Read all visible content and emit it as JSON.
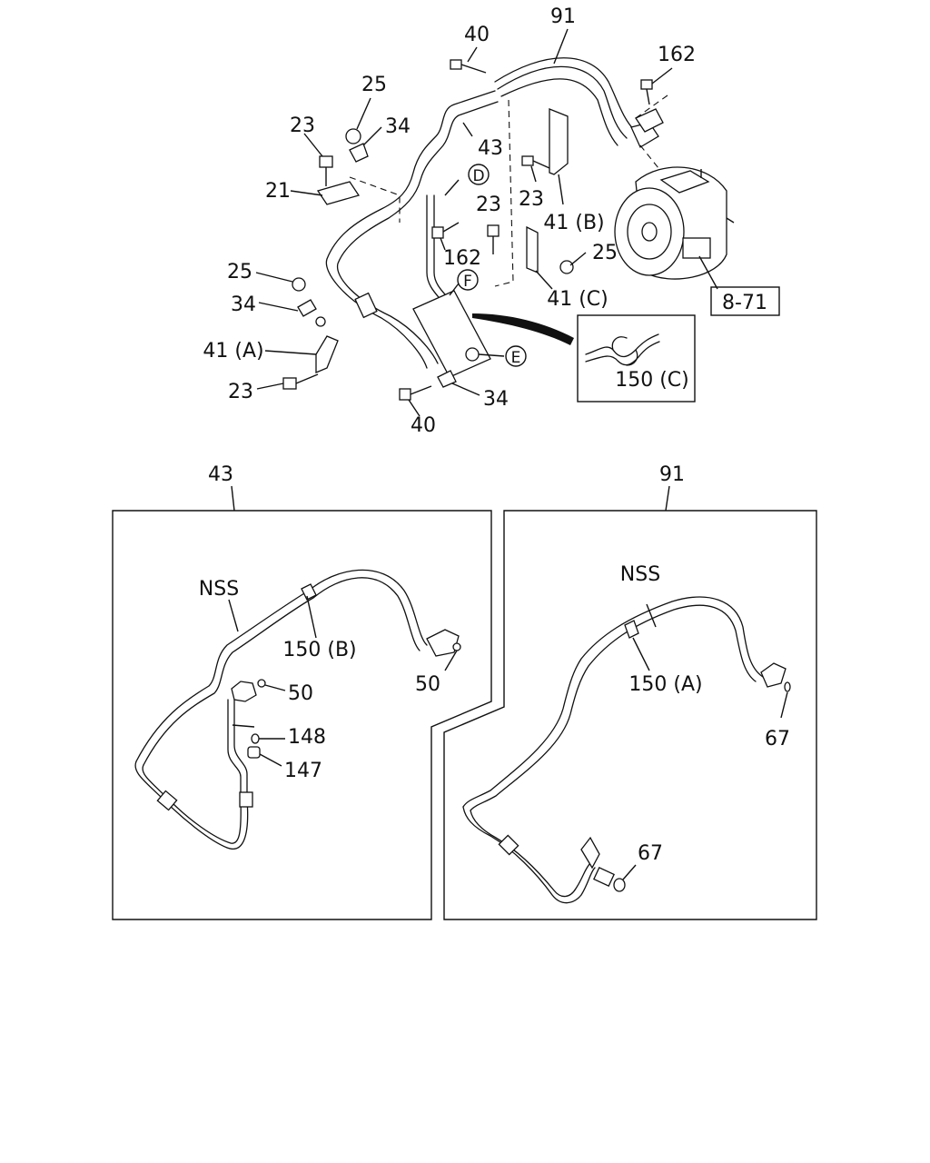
{
  "callouts": {
    "p91_top": "91",
    "p40_top": "40",
    "p162_top": "162",
    "p25_top": "25",
    "p23_top": "23",
    "p34_top": "34",
    "p43_top": "43",
    "p21": "21",
    "p23_mid_a": "23",
    "p23_mid_b": "23",
    "p41b": "41 (B)",
    "p162_mid": "162",
    "p25_mid": "25",
    "p25_left": "25",
    "p34_left": "34",
    "p41c": "41 (C)",
    "p41a": "41 (A)",
    "p23_bottom": "23",
    "p40_bottom": "40",
    "p34_bottom": "34",
    "p150c": "150 (C)",
    "ref_8_71": "8-71",
    "circ_d": "D",
    "circ_f": "F",
    "circ_e": "E"
  },
  "panel_left": {
    "title": "43",
    "nss": "NSS",
    "p150b": "150 (B)",
    "p50_a": "50",
    "p50_b": "50",
    "p148": "148",
    "p147": "147"
  },
  "panel_right": {
    "title": "91",
    "nss": "NSS",
    "p150a": "150 (A)",
    "p67_a": "67",
    "p67_b": "67"
  }
}
